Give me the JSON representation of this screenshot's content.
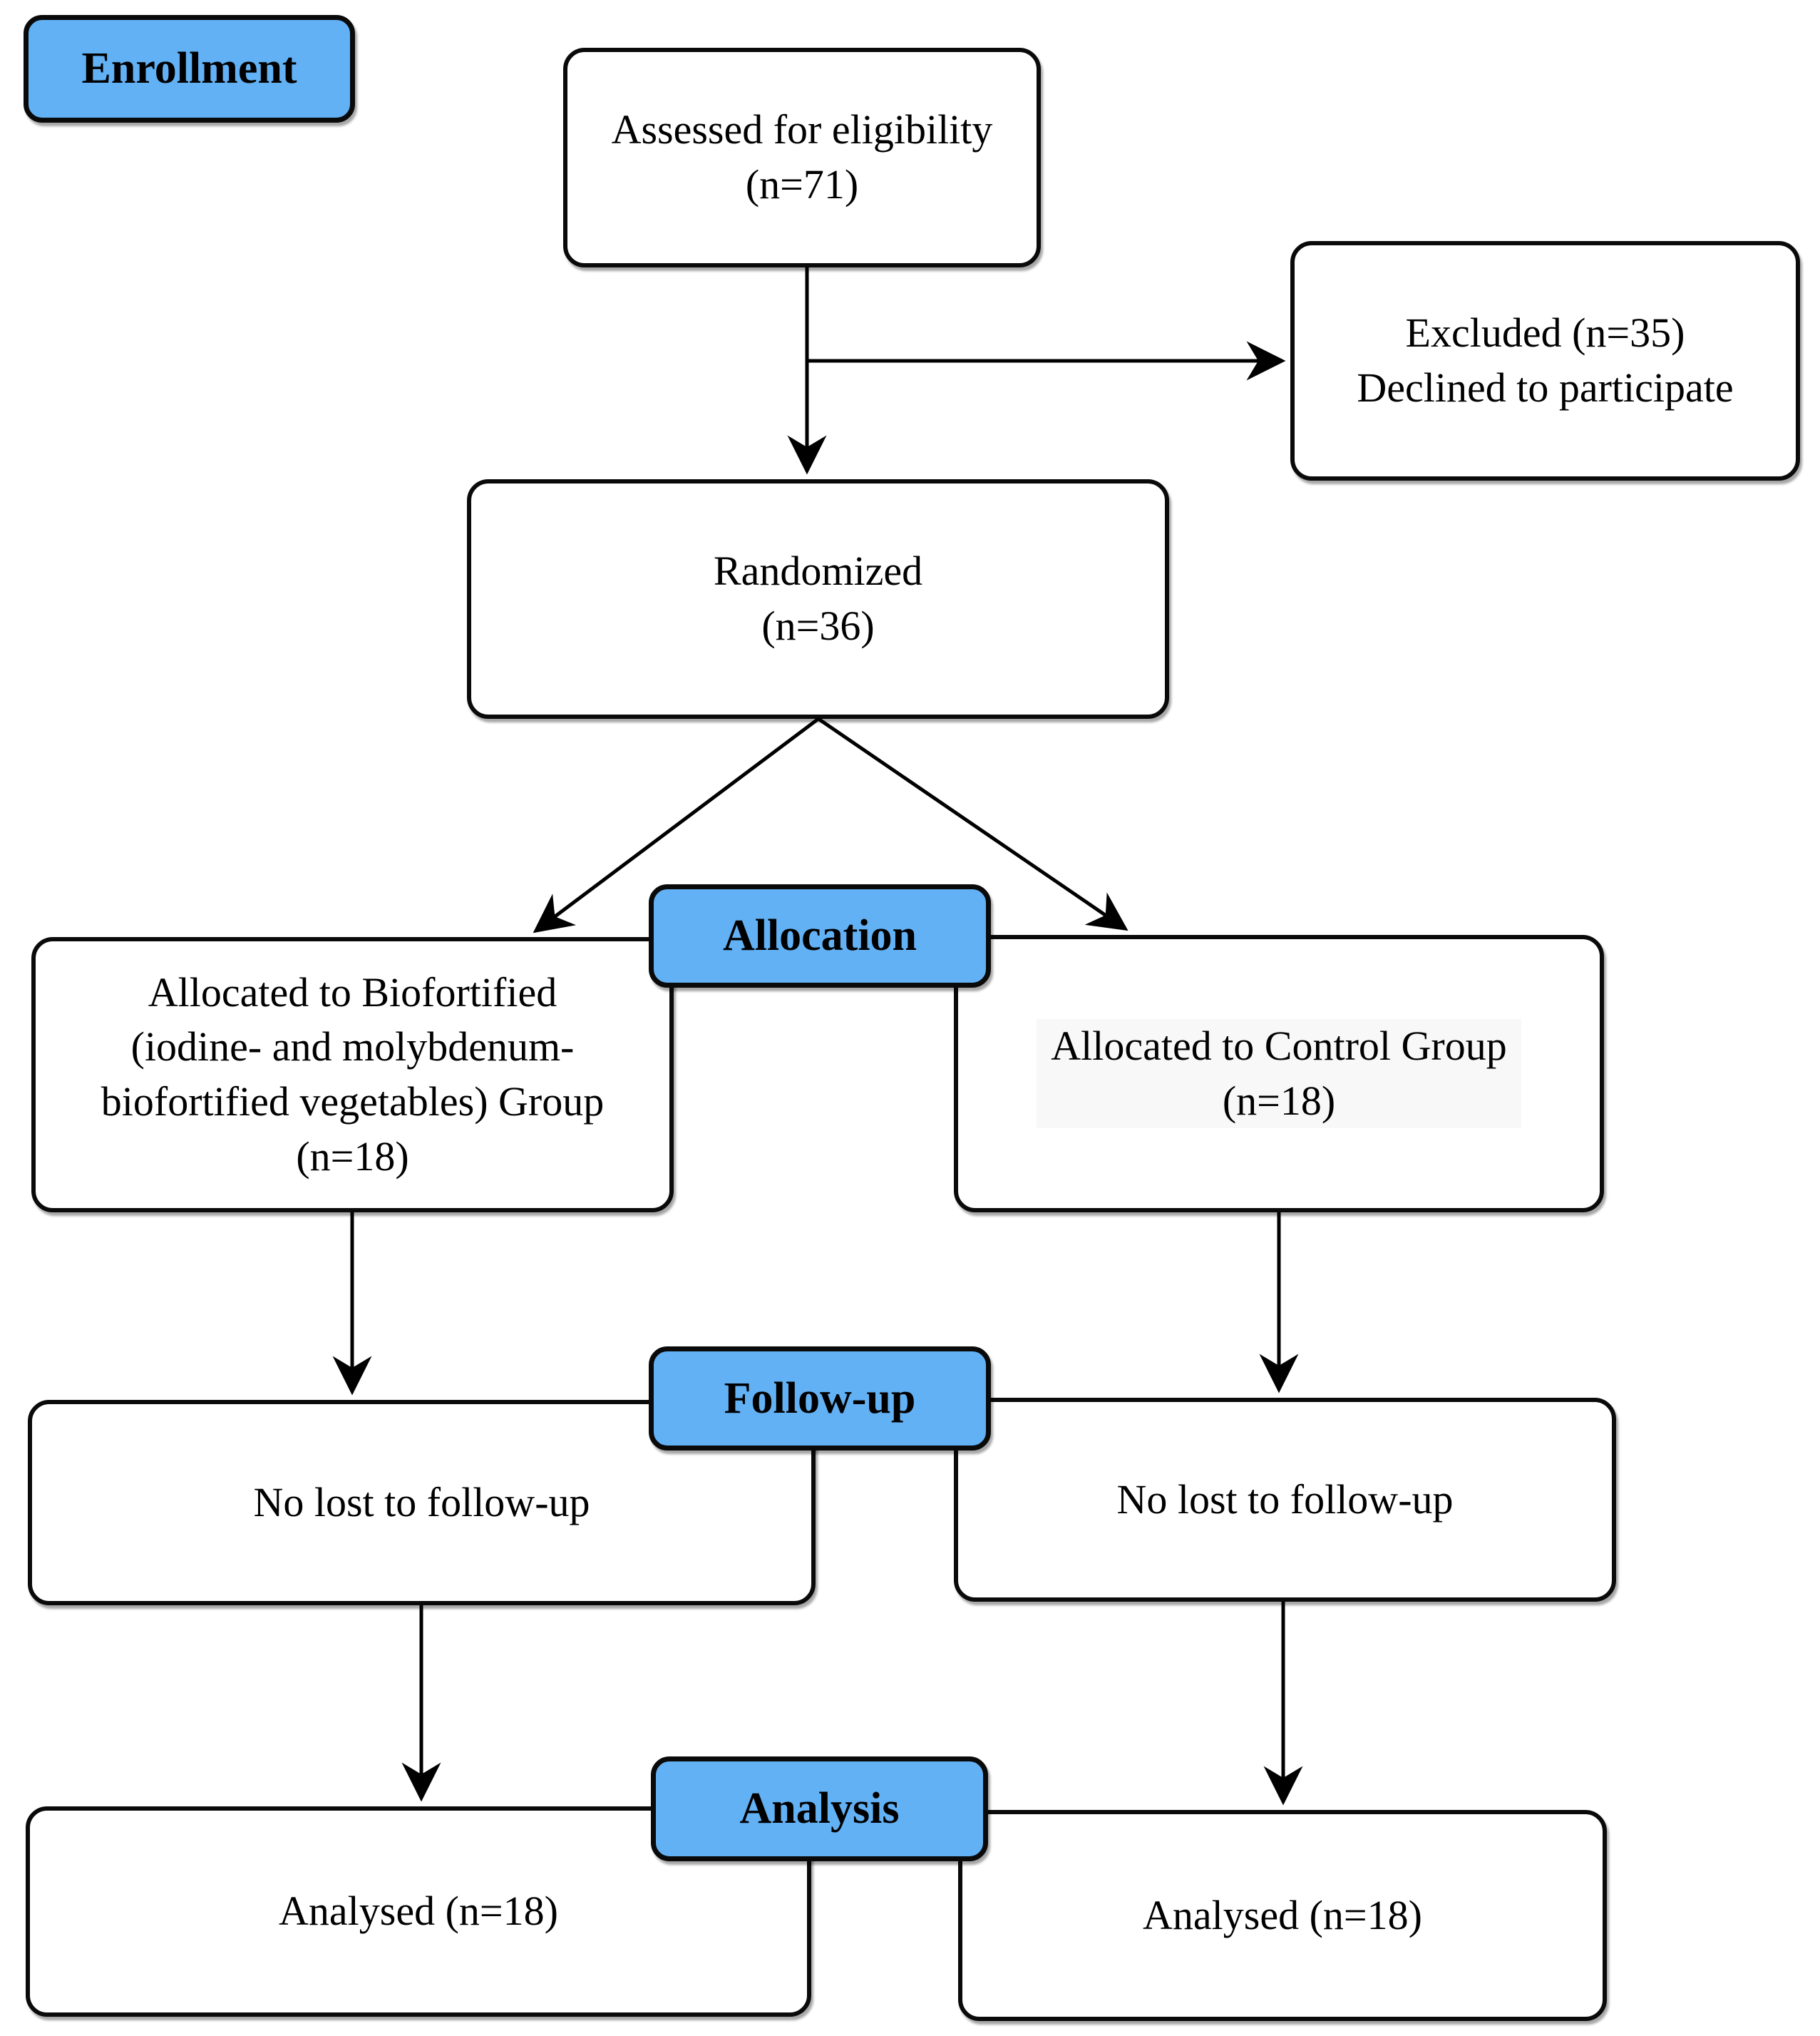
{
  "diagram": {
    "title_context": "CONSORT participant flow diagram",
    "stage_labels": {
      "enrollment": "Enrollment",
      "allocation": "Allocation",
      "followup": "Follow-up",
      "analysis": "Analysis"
    },
    "nodes": {
      "assessed": "Assessed for eligibility\n(n=71)",
      "excluded": "Excluded (n=35)\nDeclined to participate",
      "randomized": "Randomized\n(n=36)",
      "alloc_biofortified": "Allocated to Biofortified\n(iodine- and molybdenum-\nbiofortified vegetables) Group\n(n=18)",
      "alloc_control": "Allocated to Control Group\n(n=18)",
      "followup_left": "No lost to follow-up",
      "followup_right": "No lost to follow-up",
      "analysed_left": "Analysed (n=18)",
      "analysed_right": "Analysed (n=18)"
    },
    "counts": {
      "assessed": 71,
      "excluded": 35,
      "randomized": 36,
      "allocated_biofortified": 18,
      "allocated_control": 18,
      "analysed_biofortified": 18,
      "analysed_control": 18
    },
    "colors": {
      "stage_fill": "#63B1F5",
      "box_fill": "#FFFFFF",
      "box_border": "#000000",
      "line_color": "#000000"
    }
  }
}
